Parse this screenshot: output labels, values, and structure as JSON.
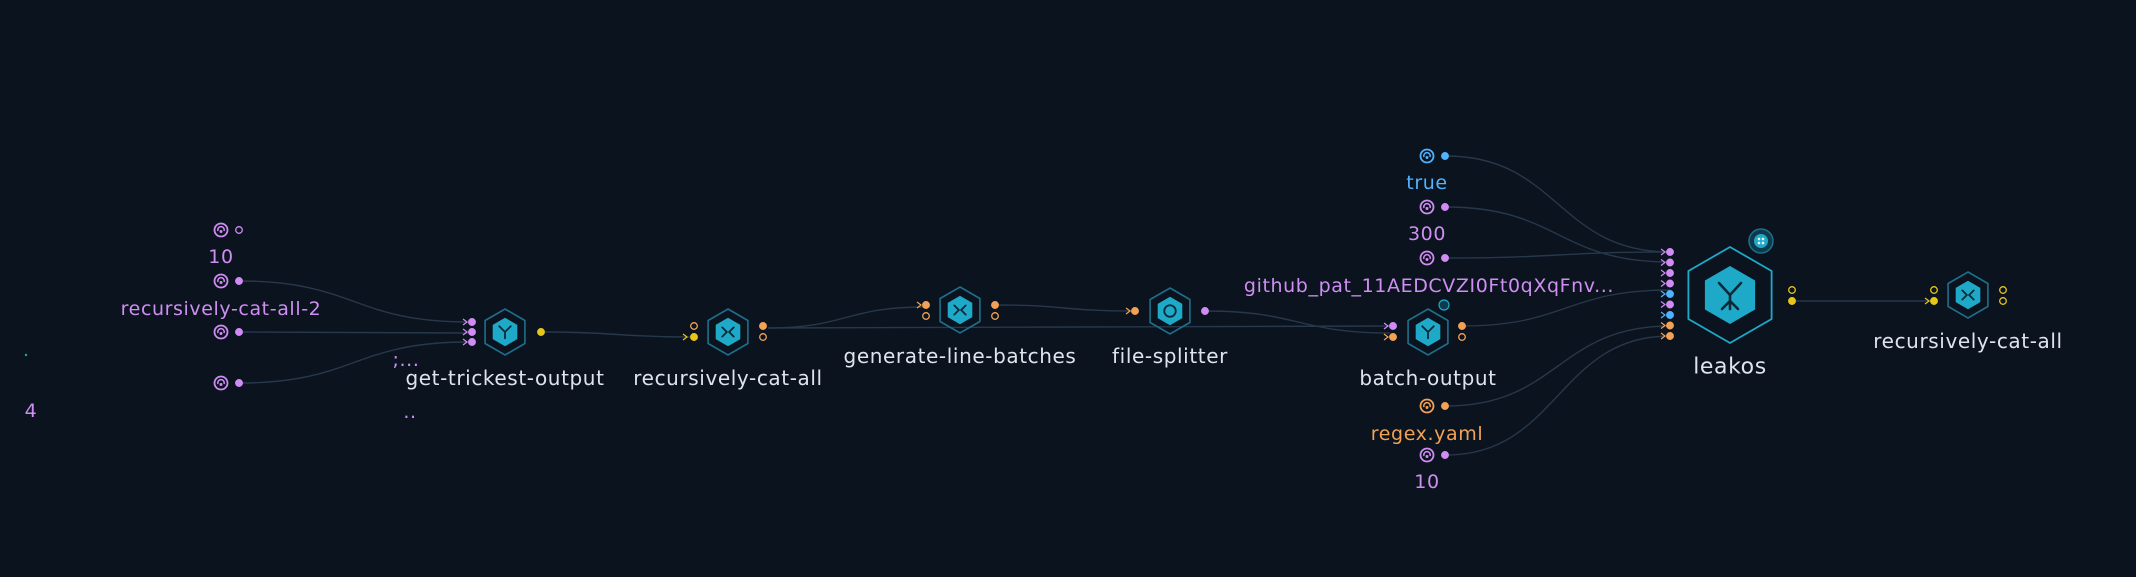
{
  "colors": {
    "background": "#0b131f",
    "edge": "#26384a",
    "node_fill": "#1fa9c9",
    "node_ring": "#1e6f8c",
    "port_purple": "#d08cf4",
    "port_orange": "#f2a254",
    "port_yellow": "#e6c619",
    "port_blue": "#4fb4ff",
    "text": "#dfe4ec"
  },
  "values": {
    "v_10_top": "10",
    "v_recursively_cat_all_2": "recursively-cat-all-2",
    "v_4": "4",
    "v_true": "true",
    "v_300": "300",
    "v_github_pat": "github_pat_11AEDCVZI0Ft0qXqFnv...",
    "v_regex": "regex.yaml",
    "v_10_bottom": "10"
  },
  "nodes": {
    "get_trickest_output": "get-trickest-output",
    "recursively_cat_all_1": "recursively-cat-all",
    "generate_line_batches": "generate-line-batches",
    "file_splitter": "file-splitter",
    "batch_output": "batch-output",
    "leakos": "leakos",
    "recursively_cat_all_2": "recursively-cat-all"
  },
  "fragments": {
    "frag_a": ";...",
    "frag_b": ".."
  },
  "icons": {
    "value_node": "value-node-icon",
    "tool_node": "tool-node-icon",
    "leakos_node": "leakos-node-icon",
    "group_badge": "grid-badge-icon"
  }
}
